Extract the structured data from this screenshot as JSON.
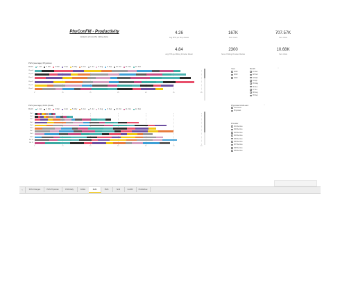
{
  "report": {
    "title": "PhyConFM - Productivity",
    "subtitle": "default: all months rolling data."
  },
  "kpis": [
    {
      "value": "4.26",
      "label": "Avg PHS per Phys Model"
    },
    {
      "value": "167K",
      "label": "Sum Count"
    },
    {
      "value": "707.57K",
      "label": "Sum Visits"
    },
    {
      "value": "4.84",
      "label": "Avg PHS per Billing Provider Model"
    },
    {
      "value": "2300",
      "label": "Sum of Billing Provider Models"
    },
    {
      "value": "10.68K",
      "label": "Sum Visits"
    }
  ],
  "chart1": {
    "title": "PHS (average) Physician",
    "legend_prefix": "Month",
    "legend": [
      "1. Jan",
      "2. Feb",
      "3. Mar",
      "4. Apr",
      "5. May",
      "6. Jun",
      "7. Jul",
      "8. Aug",
      "9. Sep",
      "10. Oct",
      "11. Nov",
      "12. Dec"
    ],
    "rows": [
      "Phys A",
      "Phys B",
      "Phys C",
      "Phys D",
      "Phys E",
      "Phys F"
    ],
    "ticks": [
      "0",
      "10",
      "20",
      "30",
      "40",
      "50",
      "60"
    ]
  },
  "chart2": {
    "title": "PHS (average) PHS (Field)",
    "legend_prefix": "Month",
    "legend": [
      "1. Jan",
      "2. Feb",
      "3. Mar",
      "4. Apr",
      "5. May",
      "6. Jun",
      "7. Jul",
      "8. Aug",
      "9. Sep",
      "10. Oct",
      "11. Nov",
      "12. Dec"
    ],
    "rows": [
      "Fld 1",
      "Fld 2",
      "Fld 3",
      "Fld 4",
      "Fld 5",
      "Fld 6",
      "Fld 7",
      "Fld 8",
      "Fld 9",
      "Fld 10",
      "Fld 11"
    ],
    "ticks": [
      "0",
      "10",
      "20",
      "30",
      "40",
      "50",
      "60"
    ]
  },
  "slicers": {
    "year": {
      "title": "Year",
      "items": [
        "2018",
        "2019",
        "2020"
      ]
    },
    "month": {
      "title": "Month",
      "items": [
        "01 Jan",
        "02 Feb",
        "03 Mar",
        "04 Apr",
        "05 May",
        "06 Jun",
        "07 Jul",
        "08 Aug",
        "09 Sep"
      ]
    },
    "phys_unit": {
      "title": "Physician/Unit/Lead",
      "items": [
        "Unit name",
        "Physician"
      ]
    },
    "provider": {
      "title": "Provider",
      "items": [
        "001 Service",
        "002 Service",
        "003 Service",
        "004 Service",
        "005 Service",
        "006 Service",
        "007 Service",
        "008 Service",
        "009 Service"
      ]
    }
  },
  "tabs": [
    {
      "label": "PHS Changes"
    },
    {
      "label": "PHS Physician"
    },
    {
      "label": "PHS Daily"
    },
    {
      "label": "DASH"
    },
    {
      "label": "DHS"
    },
    {
      "label": "PMS"
    },
    {
      "label": "SnM"
    },
    {
      "label": "ConBF"
    },
    {
      "label": "ProfitsFlow"
    }
  ],
  "active_tab_index": 4,
  "colors": {
    "series": [
      "#4bb1b0",
      "#2a2a2a",
      "#e84f6b",
      "#6c4fa0",
      "#f2c811",
      "#e87c3e",
      "#9b9b9b",
      "#d6a0c0",
      "#3d9fd6",
      "#5b5b5b",
      "#c74d84",
      "#3aaaa2"
    ],
    "active_tab_accent": "#f2c811"
  }
}
